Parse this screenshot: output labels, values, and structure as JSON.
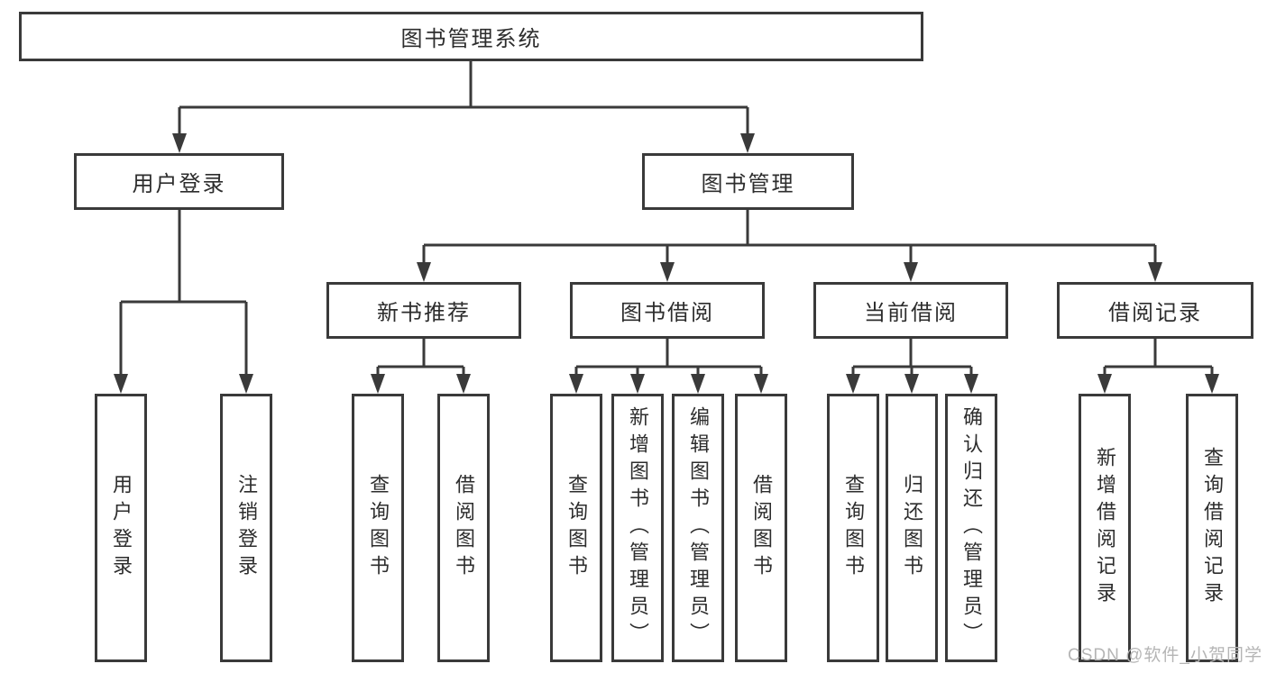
{
  "tree": {
    "label": "图书管理系统",
    "children": [
      {
        "label": "用户登录",
        "children": [
          {
            "label": "用户登录"
          },
          {
            "label": "注销登录"
          }
        ]
      },
      {
        "label": "图书管理",
        "children": [
          {
            "label": "新书推荐",
            "children": [
              {
                "label": "查询图书"
              },
              {
                "label": "借阅图书"
              }
            ]
          },
          {
            "label": "图书借阅",
            "children": [
              {
                "label": "查询图书"
              },
              {
                "label": "新增图书（管理员）"
              },
              {
                "label": "编辑图书（管理员）"
              },
              {
                "label": "借阅图书"
              }
            ]
          },
          {
            "label": "当前借阅",
            "children": [
              {
                "label": "查询图书"
              },
              {
                "label": "归还图书"
              },
              {
                "label": "确认归还（管理员）"
              }
            ]
          },
          {
            "label": "借阅记录",
            "children": [
              {
                "label": "新增借阅记录"
              },
              {
                "label": "查询借阅记录"
              }
            ]
          }
        ]
      }
    ]
  },
  "watermark": "CSDN @软件_小贺同学",
  "colors": {
    "line": "#3a3a3a",
    "box_border": "#3a3a3a",
    "box_fill": "#ffffff",
    "text": "#2d2d2d",
    "watermark": "#b5b5b5"
  }
}
